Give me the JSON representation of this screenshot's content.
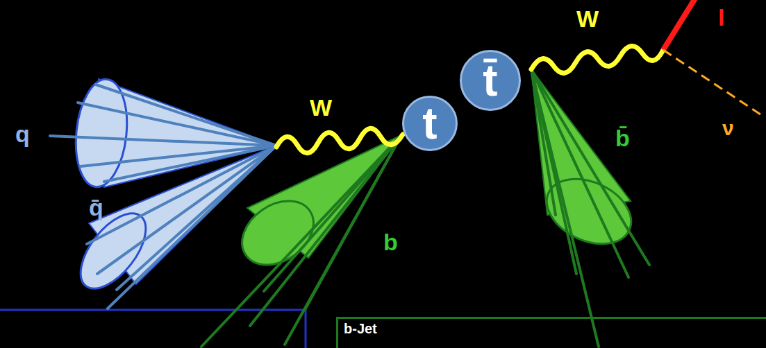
{
  "diagram": {
    "nodes": [
      {
        "text": [
          "t"
        ]
      },
      {
        "text": [
          "t̄"
        ]
      },
      {
        "text": [
          "b-Jet"
        ]
      }
    ],
    "labels": [
      "q",
      "q̄",
      "W",
      "b",
      "b̄",
      "W",
      "l",
      "ν"
    ]
  }
}
